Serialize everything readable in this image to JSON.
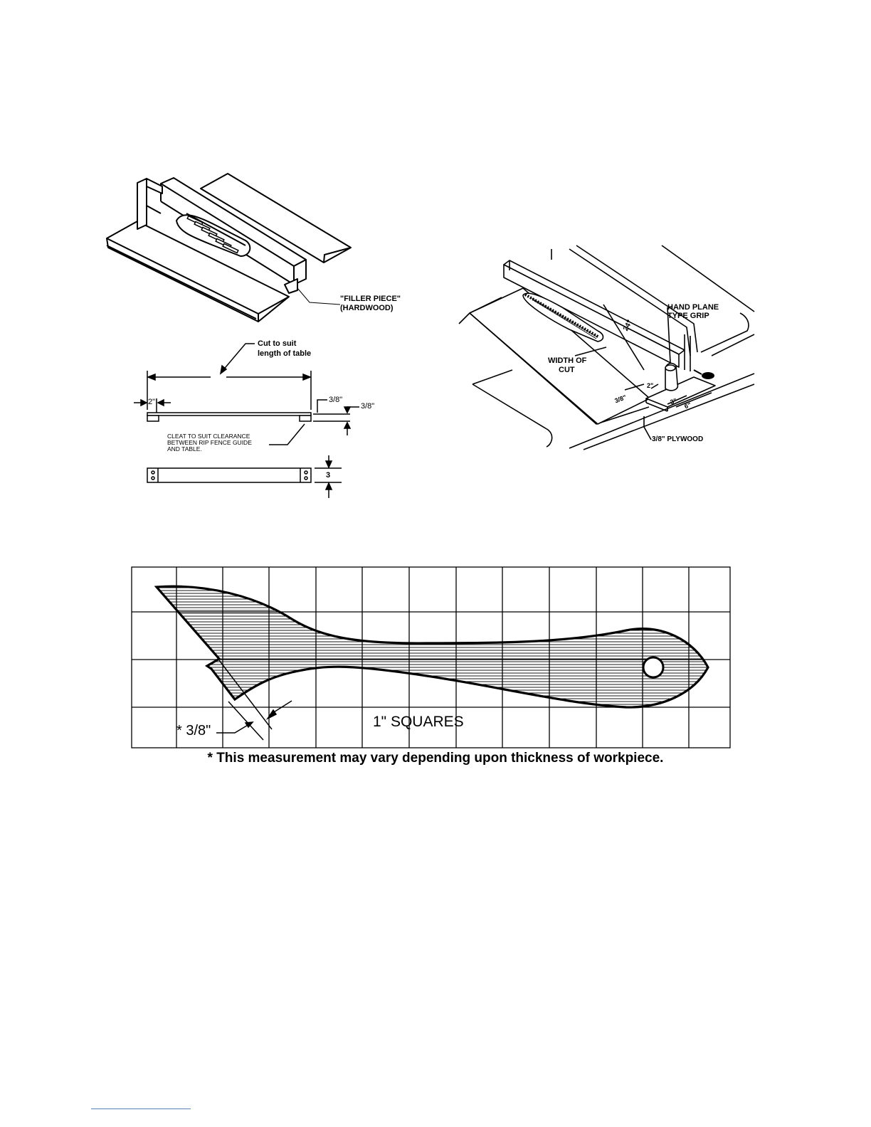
{
  "fig1": {
    "filler_label": "\"FILLER PIECE\"",
    "filler_sub": "(HARDWOOD)",
    "cut_label_1": "Cut to suit",
    "cut_label_2": "length of table",
    "dim_2": "2\"",
    "dim_38_a": "3/8\"",
    "dim_38_b": "3/8\"",
    "cleat_1": "CLEAT TO SUIT CLEARANCE",
    "cleat_2": "BETWEEN RIP FENCE GUIDE",
    "cleat_3": "AND TABLE.",
    "dim_3": "3"
  },
  "fig2": {
    "grip_1": "HAND PLANE",
    "grip_2": "TYPE GRIP",
    "dim_24": "24\"",
    "width_1": "WIDTH OF",
    "width_2": "CUT",
    "dim_38": "3/8\"",
    "dim_2": "2\"",
    "dim_3": "3\"",
    "dim_6": "6\"",
    "plywood": "3/8\" PLYWOOD"
  },
  "fig3": {
    "squares_label": "1\" SQUARES",
    "dim_label": "* 3/8\"",
    "footnote": "* This measurement may vary depending upon thickness of workpiece."
  }
}
